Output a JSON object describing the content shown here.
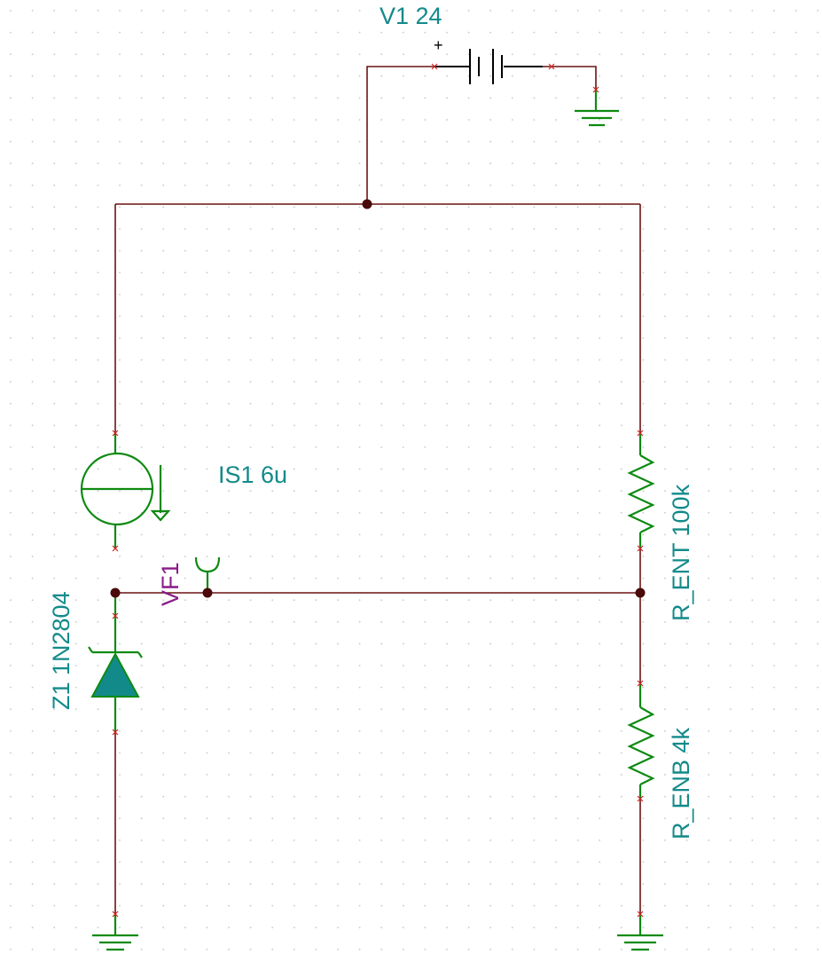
{
  "schematic": {
    "components": {
      "battery": {
        "ref": "V1",
        "value": "24",
        "polarity_mark": "+"
      },
      "current_source": {
        "ref": "IS1",
        "value": "6u"
      },
      "zener": {
        "ref": "Z1",
        "part": "1N2804"
      },
      "probe": {
        "ref": "VF1"
      },
      "r_top": {
        "ref": "R_ENT",
        "value": "100k"
      },
      "r_bottom": {
        "ref": "R_ENB",
        "value": "4k"
      }
    },
    "labels": {
      "battery": "V1 24",
      "battery_plus": "+",
      "current_source": "IS1 6u",
      "zener": "Z1 1N2804",
      "probe": "VF1",
      "r_top": "R_ENT 100k",
      "r_bottom": "R_ENB 4k"
    },
    "colors": {
      "wire": "#6a1414",
      "component": "#0e8a12",
      "label": "#138a8a",
      "probe_label": "#8a1a8a",
      "zener_fill": "#138a8a",
      "pin_marker": "#d42020",
      "grid_dot": "#c8c8c8",
      "background": "#ffffff"
    },
    "grid": true
  }
}
